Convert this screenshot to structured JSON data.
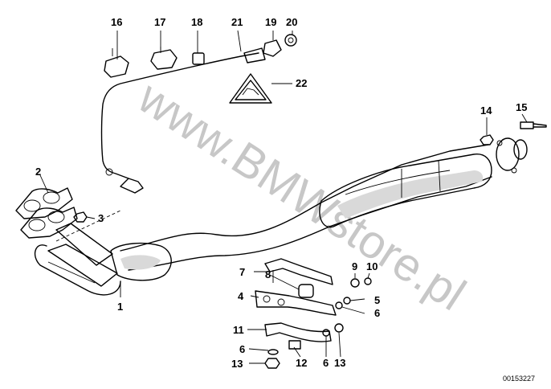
{
  "diagram": {
    "watermark": "www.BMWstore.pl",
    "reference_number": "00153227",
    "callouts": [
      {
        "id": "c1",
        "label": "1"
      },
      {
        "id": "c2",
        "label": "2"
      },
      {
        "id": "c3",
        "label": "3"
      },
      {
        "id": "c4",
        "label": "4"
      },
      {
        "id": "c5",
        "label": "5"
      },
      {
        "id": "c6a",
        "label": "6"
      },
      {
        "id": "c6b",
        "label": "6"
      },
      {
        "id": "c6c",
        "label": "6"
      },
      {
        "id": "c7",
        "label": "7"
      },
      {
        "id": "c8",
        "label": "8"
      },
      {
        "id": "c9",
        "label": "9"
      },
      {
        "id": "c10",
        "label": "10"
      },
      {
        "id": "c11",
        "label": "11"
      },
      {
        "id": "c12",
        "label": "12"
      },
      {
        "id": "c13a",
        "label": "13"
      },
      {
        "id": "c13b",
        "label": "13"
      },
      {
        "id": "c14",
        "label": "14"
      },
      {
        "id": "c15",
        "label": "15"
      },
      {
        "id": "c16",
        "label": "16"
      },
      {
        "id": "c17",
        "label": "17"
      },
      {
        "id": "c18",
        "label": "18"
      },
      {
        "id": "c19",
        "label": "19"
      },
      {
        "id": "c20",
        "label": "20"
      },
      {
        "id": "c21",
        "label": "21"
      },
      {
        "id": "c22",
        "label": "22"
      }
    ]
  }
}
